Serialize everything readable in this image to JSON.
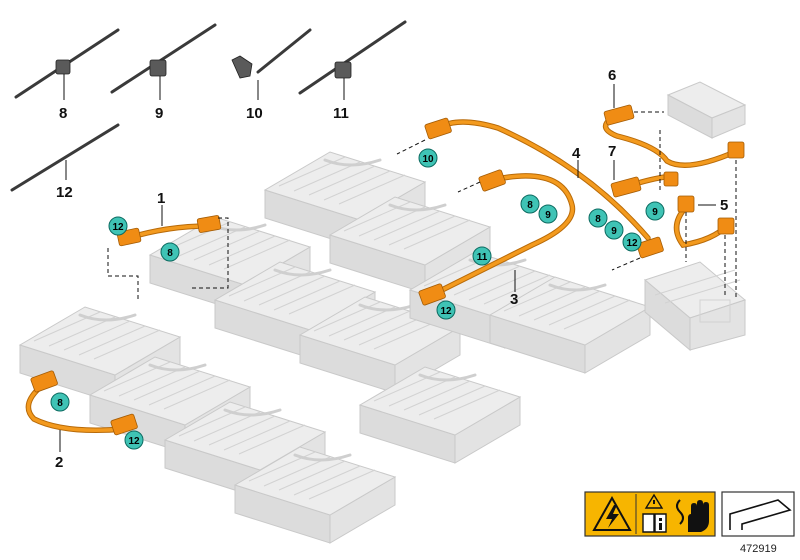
{
  "diagram": {
    "drawing_number": "472919",
    "part_labels": [
      {
        "id": "p1",
        "text": "1"
      },
      {
        "id": "p2",
        "text": "2"
      },
      {
        "id": "p3",
        "text": "3"
      },
      {
        "id": "p4",
        "text": "4"
      },
      {
        "id": "p5",
        "text": "5"
      },
      {
        "id": "p6",
        "text": "6"
      },
      {
        "id": "p7",
        "text": "7"
      },
      {
        "id": "p8",
        "text": "8"
      },
      {
        "id": "p9",
        "text": "9"
      },
      {
        "id": "p10",
        "text": "10"
      },
      {
        "id": "p11",
        "text": "11"
      },
      {
        "id": "p12",
        "text": "12"
      }
    ],
    "reference_markers": [
      {
        "id": "r1",
        "text": "12"
      },
      {
        "id": "r2",
        "text": "8"
      },
      {
        "id": "r3",
        "text": "10"
      },
      {
        "id": "r4",
        "text": "8"
      },
      {
        "id": "r5",
        "text": "9"
      },
      {
        "id": "r6",
        "text": "11"
      },
      {
        "id": "r7",
        "text": "12"
      },
      {
        "id": "r8",
        "text": "8"
      },
      {
        "id": "r9",
        "text": "9"
      },
      {
        "id": "r10",
        "text": "12"
      },
      {
        "id": "r11",
        "text": "9"
      },
      {
        "id": "r12",
        "text": "8"
      },
      {
        "id": "r13",
        "text": "12"
      }
    ],
    "warning_panel_icons": [
      "high-voltage-warning-icon",
      "read-manual-icon",
      "no-touch-hand-icon"
    ],
    "colors": {
      "cable_orange": "#f39a1e",
      "reference_circle": "#3fc3b5",
      "warning_yellow": "#f7b500"
    }
  }
}
